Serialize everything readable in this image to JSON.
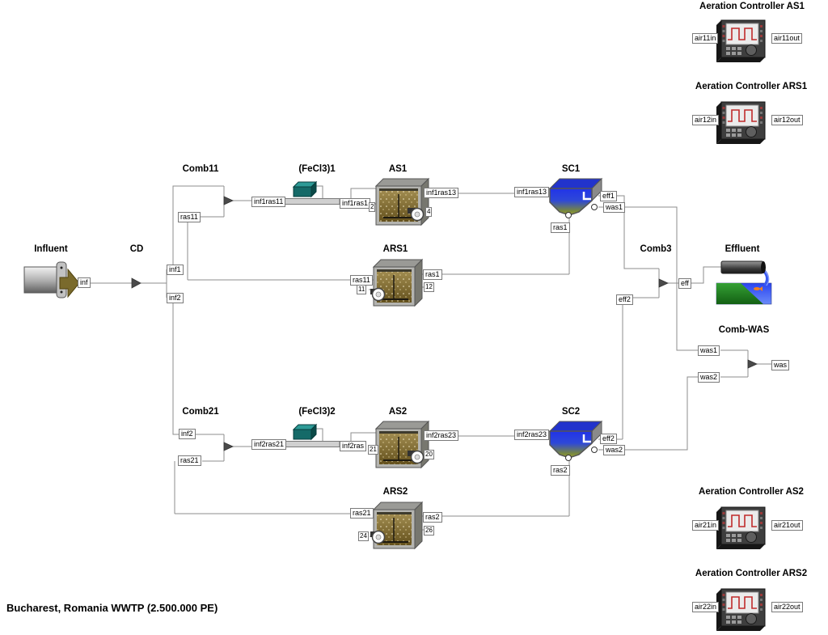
{
  "caption": "Bucharest, Romania WWTP (2.500.000 PE)",
  "controllers": {
    "as1": {
      "title": "Aeration Controller AS1",
      "in": "air11in",
      "out": "air11out"
    },
    "ars1": {
      "title": "Aeration Controller ARS1",
      "in": "air12in",
      "out": "air12out"
    },
    "as2": {
      "title": "Aeration Controller AS2",
      "in": "air21in",
      "out": "air21out"
    },
    "ars2": {
      "title": "Aeration Controller ARS2",
      "in": "air22in",
      "out": "air22out"
    }
  },
  "nodes": {
    "influent": {
      "title": "Influent",
      "out": "inf"
    },
    "cd": {
      "title": "CD",
      "out1": "inf1",
      "out2": "inf2"
    },
    "comb11": {
      "title": "Comb11",
      "in2": "ras11",
      "out": "inf1ras11"
    },
    "fecl3_1": {
      "title": "(FeCl3)1",
      "out": "inf1ras1",
      "tag": "2"
    },
    "as1": {
      "title": "AS1",
      "tag": "4",
      "out": "inf1ras13"
    },
    "sc1": {
      "title": "SC1",
      "in": "inf1ras13",
      "out_eff": "eff1",
      "out_was": "was1",
      "out_ras": "ras1"
    },
    "ars1": {
      "title": "ARS1",
      "in": "ras1",
      "out": "ras11",
      "tag_a": "11",
      "tag_b": "12"
    },
    "comb3": {
      "title": "Comb3",
      "in2": "eff2",
      "out": "eff"
    },
    "effluent": {
      "title": "Effluent"
    },
    "comb_was": {
      "title": "Comb-WAS",
      "in1": "was1",
      "in2": "was2",
      "out": "was"
    },
    "comb21": {
      "title": "Comb21",
      "in1": "inf2",
      "in2": "ras21",
      "out": "inf2ras21"
    },
    "fecl3_2": {
      "title": "(FeCl3)2",
      "out": "inf2ras",
      "tag": "21"
    },
    "as2": {
      "title": "AS2",
      "tag": "20",
      "out": "inf2ras23"
    },
    "sc2": {
      "title": "SC2",
      "in": "inf2ras23",
      "out_eff": "eff2",
      "out_was": "was2",
      "out_ras": "ras2"
    },
    "ars2": {
      "title": "ARS2",
      "in": "ras2",
      "out": "ras21",
      "tag_a": "24",
      "tag_b": "26"
    }
  },
  "colors": {
    "line": "#8c8c8c",
    "tank_liquid": "#a08b4f",
    "clarifier_blue": "#2133e8",
    "dosing_teal": "#156a68",
    "controller_trace": "#c02b2b",
    "influent_arrow": "#7a6a2c"
  }
}
